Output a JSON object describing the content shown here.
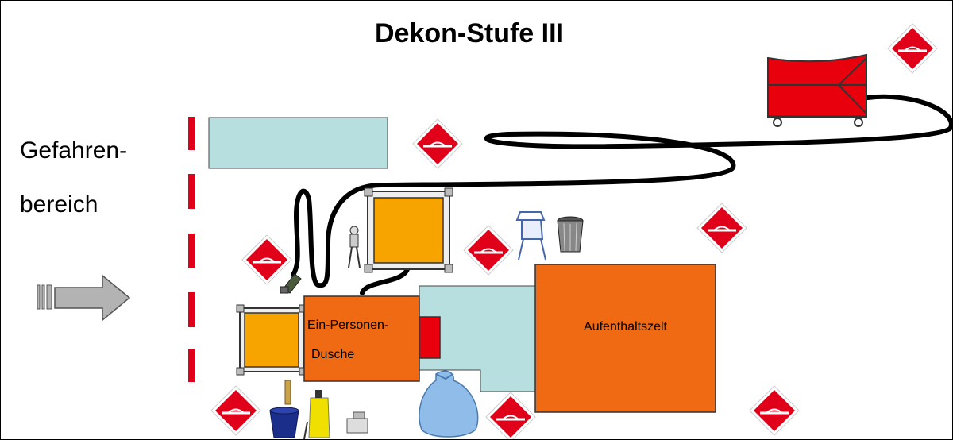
{
  "title": "Dekon-Stufe III",
  "side_label": {
    "line1": "Gefahren-",
    "line2": "bereich"
  },
  "shower": {
    "line1": "Ein-Personen-",
    "line2": "Dusche"
  },
  "tent": {
    "label": "Aufenthaltszelt"
  },
  "colors": {
    "hazard_red": "#e0001a",
    "cyan_area": "#b7dfdf",
    "orange_tent": "#f06a14",
    "orange_basin": "#f7a400",
    "trailer": "#e8000c",
    "hose": "#000000",
    "arrow": "#b3b3b3"
  },
  "icons": [
    "hazard-diamond-icon",
    "trailer-icon",
    "basin-icon",
    "arrow-icon",
    "bucket-icon",
    "brush-icon",
    "spray-bottle-icon",
    "pump-icon",
    "trash-bag-icon",
    "bin-icon",
    "bag-stand-icon",
    "nozzle-icon",
    "stand-icon"
  ]
}
